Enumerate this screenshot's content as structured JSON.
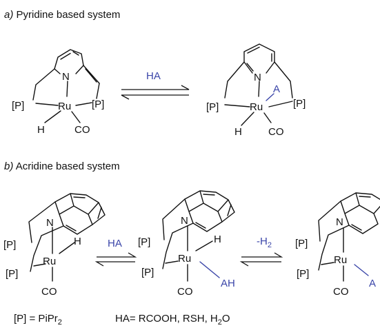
{
  "section_a": {
    "letter": "a)",
    "title": "Pyridine based system"
  },
  "section_b": {
    "letter": "b)",
    "title": "Acridine based system"
  },
  "labels": {
    "N": "N",
    "Ru": "Ru",
    "P": "[P]",
    "H": "H",
    "CO": "CO",
    "A": "A",
    "AH": "AH"
  },
  "arrows": {
    "a_reagent": "HA",
    "b1_reagent": "HA",
    "b2_reagent_prefix": "-H",
    "b2_reagent_sub": "2"
  },
  "footnote": {
    "p_def_prefix": "[P] = PiPr",
    "p_def_sub": "2",
    "ha_def_prefix": "HA= RCOOH, RSH, H",
    "ha_def_sub": "2",
    "ha_def_suffix": "O"
  },
  "colors": {
    "accent": "#3a45a8",
    "ink": "#111111"
  }
}
